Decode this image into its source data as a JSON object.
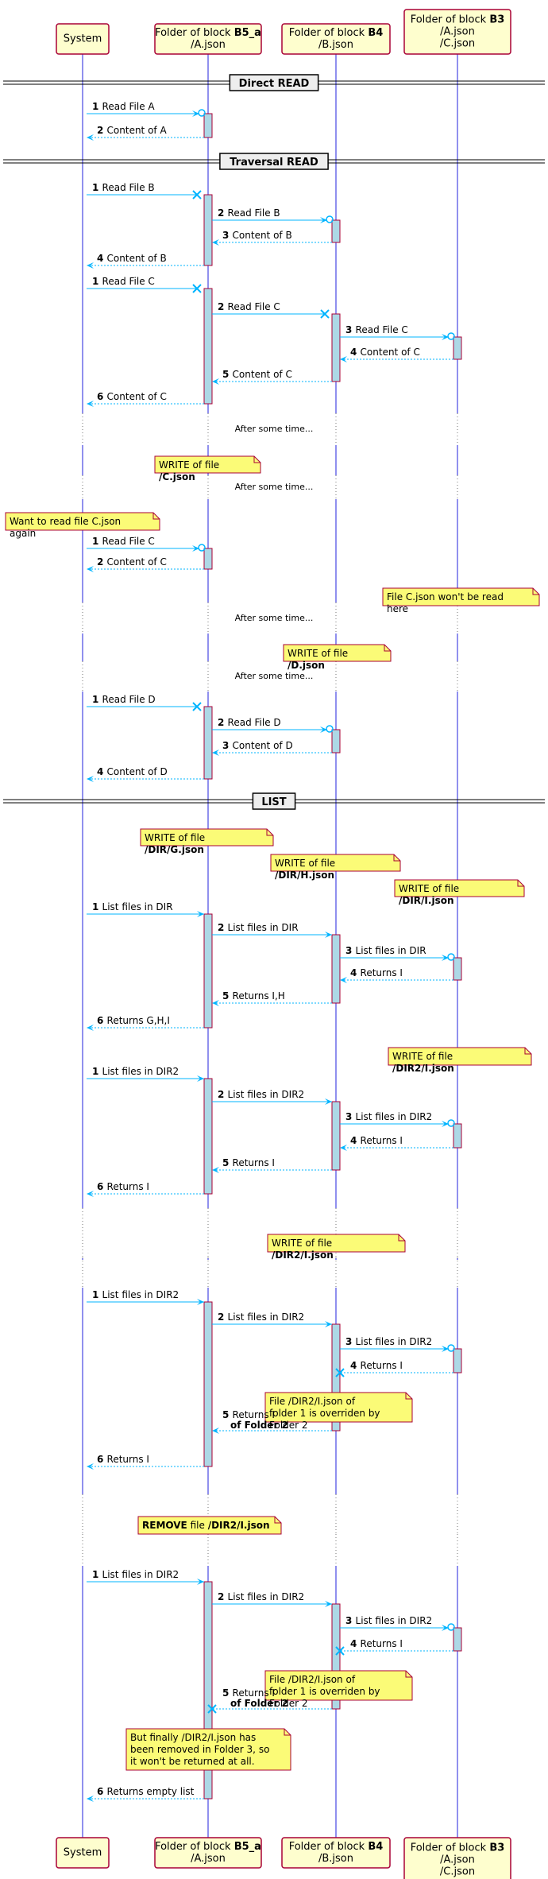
{
  "participants": [
    {
      "id": "sys",
      "lines": [
        [
          "System"
        ]
      ]
    },
    {
      "id": "b5",
      "lines": [
        [
          "Folder of block ",
          {
            "b": "B5_a"
          }
        ],
        [
          "/A.json"
        ]
      ]
    },
    {
      "id": "b4",
      "lines": [
        [
          "Folder of block ",
          {
            "b": "B4"
          }
        ],
        [
          "/B.json"
        ]
      ]
    },
    {
      "id": "b3",
      "lines": [
        [
          "Folder of block ",
          {
            "b": "B3"
          }
        ],
        [
          "/A.json"
        ],
        [
          "/C.json"
        ]
      ]
    }
  ],
  "dividers": [
    "Direct READ",
    "Traversal READ",
    "LIST"
  ],
  "delays": [
    "After some time...",
    "After some time...",
    "After some time...",
    "After some time..."
  ],
  "sequence": [
    {
      "kind": "divider",
      "label": "Direct READ"
    },
    {
      "kind": "msg",
      "num": "1",
      "text": "Read File A"
    },
    {
      "kind": "msg",
      "num": "2",
      "text": "Content of A"
    },
    {
      "kind": "divider",
      "label": "Traversal READ"
    },
    {
      "kind": "msg",
      "num": "1",
      "text": "Read File B"
    },
    {
      "kind": "msg",
      "num": "2",
      "text": "Read File B"
    },
    {
      "kind": "msg",
      "num": "3",
      "text": "Content of B"
    },
    {
      "kind": "msg",
      "num": "4",
      "text": "Content of B"
    },
    {
      "kind": "msg",
      "num": "1",
      "text": "Read File C"
    },
    {
      "kind": "msg",
      "num": "2",
      "text": "Read File C"
    },
    {
      "kind": "msg",
      "num": "3",
      "text": "Read File C"
    },
    {
      "kind": "msg",
      "num": "4",
      "text": "Content of C"
    },
    {
      "kind": "msg",
      "num": "5",
      "text": "Content of C"
    },
    {
      "kind": "msg",
      "num": "6",
      "text": "Content of C"
    },
    {
      "kind": "delay",
      "text": "After some time..."
    },
    {
      "kind": "note",
      "parts": [
        "WRITE of file ",
        {
          "b": "/C.json"
        }
      ]
    },
    {
      "kind": "delay",
      "text": "After some time..."
    },
    {
      "kind": "note",
      "parts": [
        "Want to read file C.json again"
      ]
    },
    {
      "kind": "msg",
      "num": "1",
      "text": "Read File C"
    },
    {
      "kind": "msg",
      "num": "2",
      "text": "Content of C"
    },
    {
      "kind": "note",
      "parts": [
        "File C.json won't be read here"
      ]
    },
    {
      "kind": "delay",
      "text": "After some time..."
    },
    {
      "kind": "note",
      "parts": [
        "WRITE of file ",
        {
          "b": "/D.json"
        }
      ]
    },
    {
      "kind": "delay",
      "text": "After some time..."
    },
    {
      "kind": "msg",
      "num": "1",
      "text": "Read File D"
    },
    {
      "kind": "msg",
      "num": "2",
      "text": "Read File D"
    },
    {
      "kind": "msg",
      "num": "3",
      "text": "Content of D"
    },
    {
      "kind": "msg",
      "num": "4",
      "text": "Content of D"
    },
    {
      "kind": "divider",
      "label": "LIST"
    },
    {
      "kind": "note",
      "parts": [
        "WRITE of file ",
        {
          "b": "/DIR/G.json"
        }
      ]
    },
    {
      "kind": "note",
      "parts": [
        "WRITE of file ",
        {
          "b": "/DIR/H.json"
        }
      ]
    },
    {
      "kind": "note",
      "parts": [
        "WRITE of file ",
        {
          "b": "/DIR/I.json"
        }
      ]
    },
    {
      "kind": "msg",
      "num": "1",
      "text": "List files in DIR"
    },
    {
      "kind": "msg",
      "num": "2",
      "text": "List files in DIR"
    },
    {
      "kind": "msg",
      "num": "3",
      "text": "List files in DIR"
    },
    {
      "kind": "msg",
      "num": "4",
      "text": "Returns I"
    },
    {
      "kind": "msg",
      "num": "5",
      "text": "Returns I,H"
    },
    {
      "kind": "msg",
      "num": "6",
      "text": "Returns G,H,I"
    },
    {
      "kind": "note",
      "parts": [
        "WRITE of file ",
        {
          "b": "/DIR2/I.json"
        }
      ]
    },
    {
      "kind": "msg",
      "num": "1",
      "text": "List files in DIR2"
    },
    {
      "kind": "msg",
      "num": "2",
      "text": "List files in DIR2"
    },
    {
      "kind": "msg",
      "num": "3",
      "text": "List files in DIR2"
    },
    {
      "kind": "msg",
      "num": "4",
      "text": "Returns I"
    },
    {
      "kind": "msg",
      "num": "5",
      "text": "Returns I"
    },
    {
      "kind": "msg",
      "num": "6",
      "text": "Returns I"
    },
    {
      "kind": "note",
      "parts": [
        "WRITE of file ",
        {
          "b": "/DIR2/I.json"
        }
      ]
    },
    {
      "kind": "msg",
      "num": "1",
      "text": "List files in DIR2"
    },
    {
      "kind": "msg",
      "num": "2",
      "text": "List files in DIR2"
    },
    {
      "kind": "msg",
      "num": "3",
      "text": "List files in DIR2"
    },
    {
      "kind": "msg",
      "num": "4",
      "text": "Returns I"
    },
    {
      "kind": "note",
      "parts": [
        "File /DIR2/I.json of folder 1 is overriden by Folder 2"
      ]
    },
    {
      "kind": "msg",
      "num": "5",
      "text": "Returns I",
      "text2": "of Folder 2"
    },
    {
      "kind": "msg",
      "num": "6",
      "text": "Returns I"
    },
    {
      "kind": "note",
      "parts": [
        {
          "b": "REMOVE"
        },
        " file ",
        {
          "b": "/DIR2/I.json"
        }
      ]
    },
    {
      "kind": "msg",
      "num": "1",
      "text": "List files in DIR2"
    },
    {
      "kind": "msg",
      "num": "2",
      "text": "List files in DIR2"
    },
    {
      "kind": "msg",
      "num": "3",
      "text": "List files in DIR2"
    },
    {
      "kind": "msg",
      "num": "4",
      "text": "Returns I"
    },
    {
      "kind": "note",
      "parts": [
        "File /DIR2/I.json of folder 1 is overriden by Folder 2"
      ]
    },
    {
      "kind": "msg",
      "num": "5",
      "text": "Returns I",
      "text2": "of Folder 2"
    },
    {
      "kind": "note",
      "parts": [
        "But finally /DIR2/I.json has been removed in Folder 3, so it won't be returned at all."
      ]
    },
    {
      "kind": "msg",
      "num": "6",
      "text": "Returns empty list"
    }
  ],
  "colors": {
    "arrow": "#00B4FF",
    "lifeline": "#2222DD",
    "participant_fill": "#FEFECE",
    "participant_border": "#A80036",
    "activation": "#ADD8E6",
    "note": "#FBFB77",
    "divider": "#EEEEEE"
  },
  "icons": {
    "lost": "x-marker-icon",
    "circle": "circle-end-icon"
  }
}
